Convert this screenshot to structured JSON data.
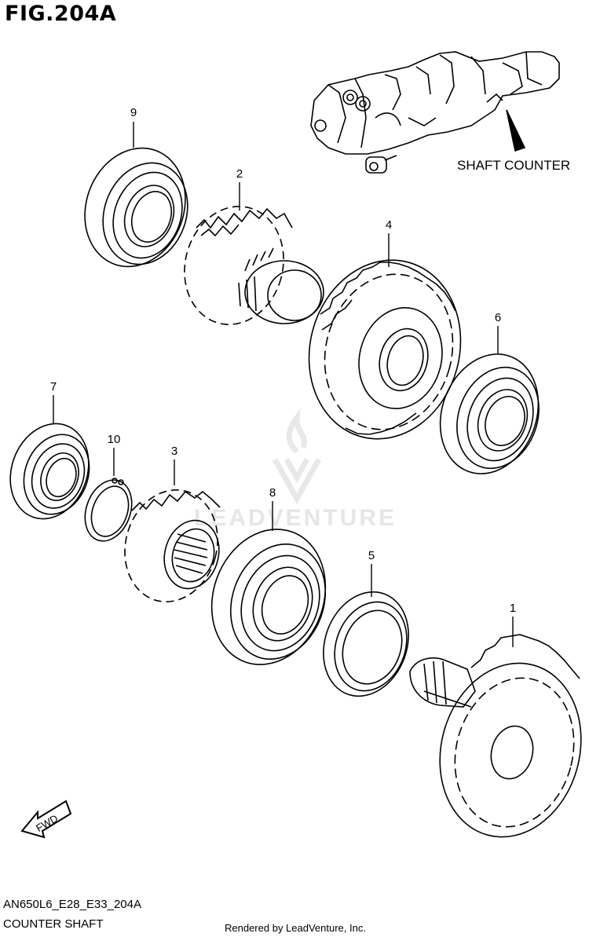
{
  "header": {
    "figure_title": "FIG.204A"
  },
  "annotation": {
    "shaft_label": "SHAFT COUNTER"
  },
  "callouts": {
    "c1": "1",
    "c2": "2",
    "c3": "3",
    "c4": "4",
    "c5": "5",
    "c6": "6",
    "c7": "7",
    "c8": "8",
    "c9": "9",
    "c10": "10"
  },
  "fwd_badge": "FWD",
  "watermark": {
    "brand": "LEADVENTURE"
  },
  "footer": {
    "model_code": "AN650L6_E28_E33_204A",
    "section_name": "COUNTER SHAFT",
    "credit": "Rendered by LeadVenture, Inc."
  }
}
